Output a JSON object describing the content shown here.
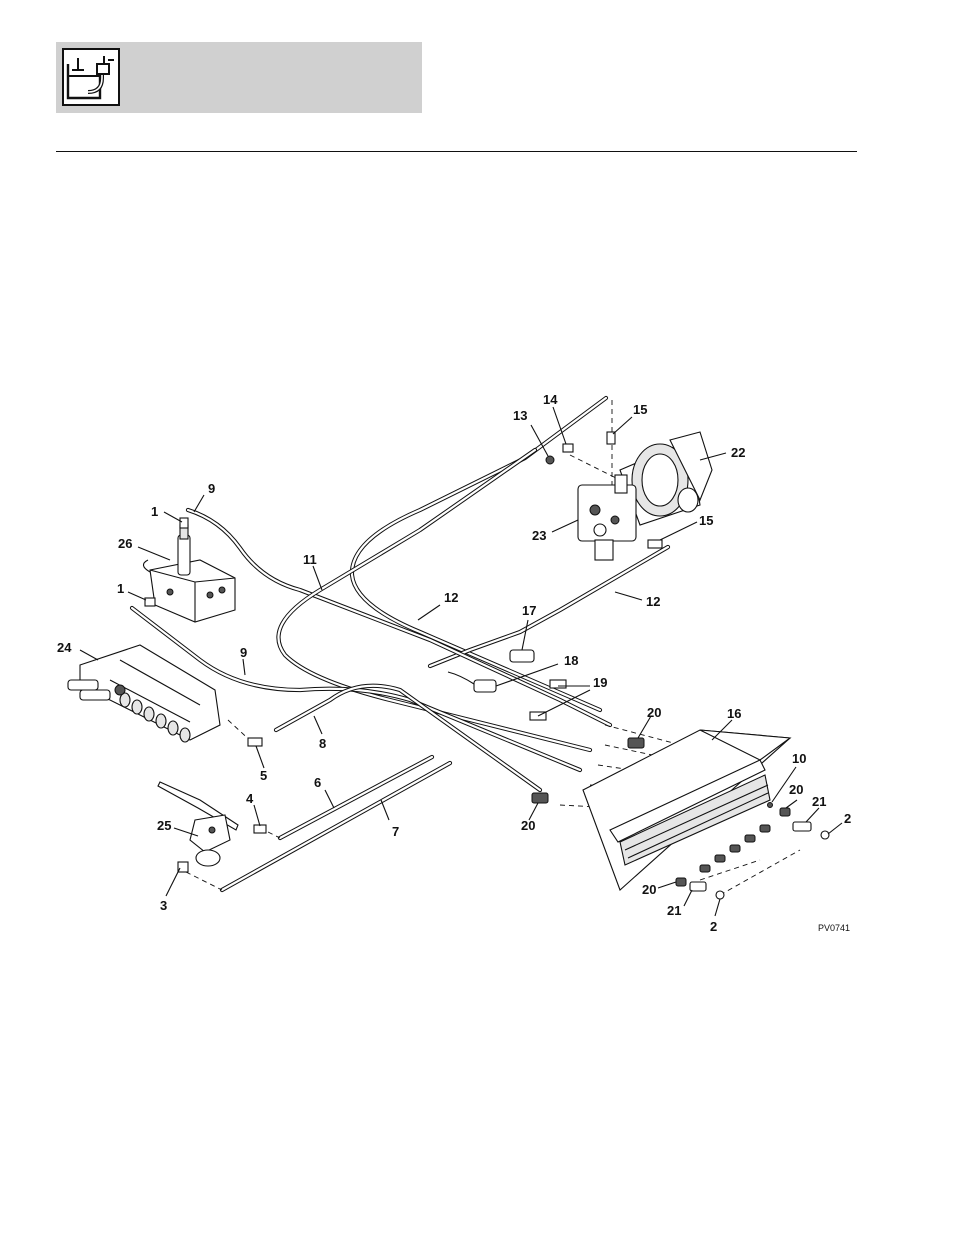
{
  "header": {
    "icon": "hydraulic-reservoir-icon"
  },
  "diagram": {
    "code": "PV0741",
    "callouts": [
      "1",
      "9",
      "26",
      "1",
      "11",
      "12",
      "13",
      "14",
      "15",
      "22",
      "23",
      "15",
      "12",
      "17",
      "18",
      "19",
      "24",
      "9",
      "8",
      "5",
      "20",
      "16",
      "10",
      "20",
      "21",
      "2",
      "4",
      "25",
      "6",
      "7",
      "20",
      "3",
      "20",
      "21",
      "2"
    ]
  }
}
